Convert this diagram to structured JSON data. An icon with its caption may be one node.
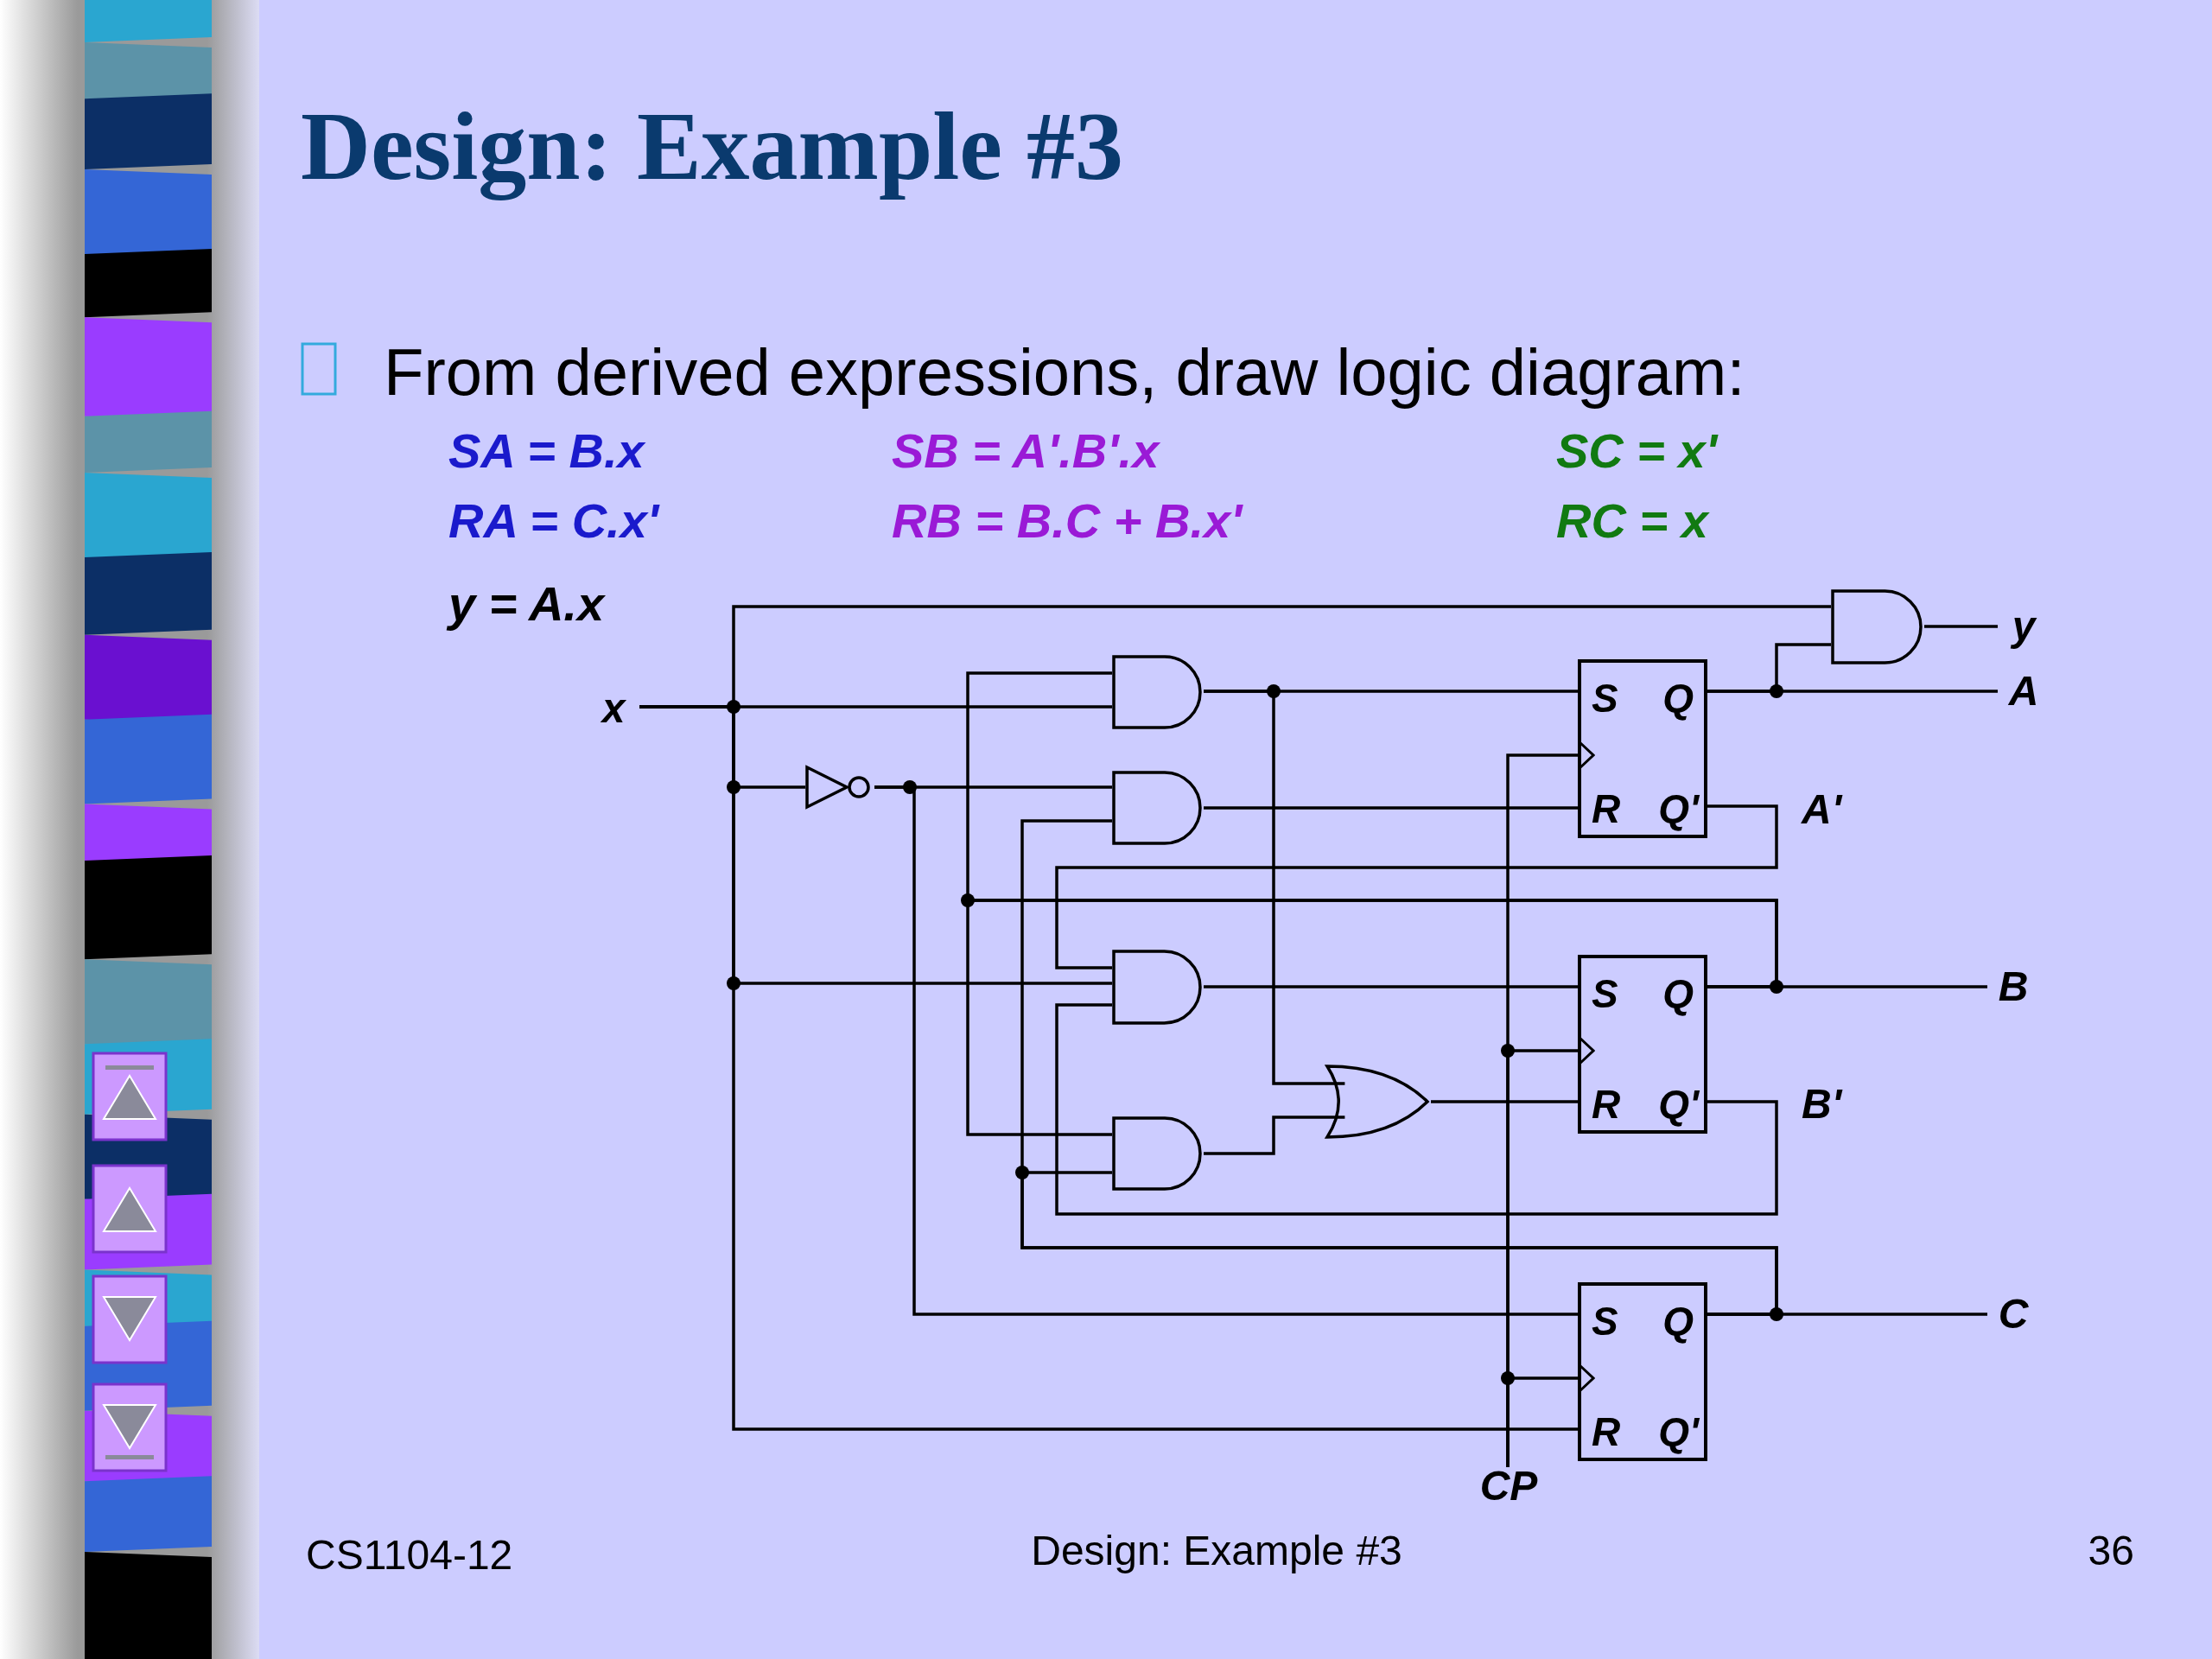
{
  "diagram": {
    "title": "Design: Example #3",
    "nodes": [
      {
        "text": [
          "x"
        ]
      },
      {
        "text": [],
        "shape": "triangle"
      },
      {
        "text": [],
        "shape": "gate"
      },
      {
        "text": [],
        "shape": "gate"
      },
      {
        "text": [],
        "shape": "gate"
      },
      {
        "text": [],
        "shape": "gate"
      },
      {
        "text": [],
        "shape": "gate"
      },
      {
        "text": [
          "S",
          "Q",
          "R",
          "Q'"
        ]
      },
      {
        "text": [
          "S",
          "Q",
          "R",
          "Q'"
        ]
      },
      {
        "text": [
          "S",
          "Q",
          "R",
          "Q'"
        ]
      },
      {
        "text": [],
        "shape": "gate"
      },
      {
        "text": [
          "y"
        ]
      },
      {
        "text": [
          "A"
        ]
      },
      {
        "text": [
          "B"
        ]
      },
      {
        "text": [
          "C"
        ]
      },
      {
        "text": [
          "CP"
        ]
      }
    ],
    "edges": [
      {
        "from": 0,
        "to": 2,
        "arrow": "none"
      },
      {
        "from": 0,
        "to": 1,
        "arrow": "none"
      },
      {
        "from": 0,
        "to": 4,
        "arrow": "none"
      },
      {
        "from": 0,
        "to": 10,
        "arrow": "none"
      },
      {
        "from": 0,
        "to": 9,
        "arrow": "none"
      },
      {
        "from": 1,
        "to": 3,
        "arrow": "none"
      },
      {
        "from": 1,
        "to": 9,
        "arrow": "none"
      },
      {
        "from": 2,
        "to": 7,
        "arrow": "none"
      },
      {
        "from": 2,
        "to": 6,
        "arrow": "none"
      },
      {
        "from": 3,
        "to": 7,
        "arrow": "none"
      },
      {
        "from": 4,
        "to": 8,
        "arrow": "none"
      },
      {
        "from": 5,
        "to": 6,
        "arrow": "none"
      },
      {
        "from": 6,
        "to": 8,
        "arrow": "none"
      },
      {
        "from": 7,
        "to": 12,
        "arrow": "none"
      },
      {
        "from": 7,
        "to": 10,
        "arrow": "none"
      },
      {
        "from": 7,
        "to": 4,
        "arrow": "none"
      },
      {
        "from": 8,
        "to": 13,
        "arrow": "none"
      },
      {
        "from": 8,
        "to": 2,
        "arrow": "none"
      },
      {
        "from": 8,
        "to": 5,
        "arrow": "none"
      },
      {
        "from": 8,
        "to": 4,
        "arrow": "none"
      },
      {
        "from": 9,
        "to": 14,
        "arrow": "none"
      },
      {
        "from": 9,
        "to": 3,
        "arrow": "none"
      },
      {
        "from": 9,
        "to": 5,
        "arrow": "none"
      },
      {
        "from": 10,
        "to": 11,
        "arrow": "none"
      },
      {
        "from": 15,
        "to": 7,
        "arrow": "to"
      },
      {
        "from": 15,
        "to": 8,
        "arrow": "to"
      },
      {
        "from": 15,
        "to": 9,
        "arrow": "to"
      }
    ],
    "labels": [
      "From derived expressions, draw logic diagram:",
      "SA = B.x",
      "SB = A'.B'.x",
      "SC = x'",
      "RA = C.x'",
      "RB = B.C + B.x'",
      "RC = x",
      "y = A.x",
      "A'",
      "B'",
      "CS1104-12",
      "Design: Example #3",
      "36"
    ]
  }
}
